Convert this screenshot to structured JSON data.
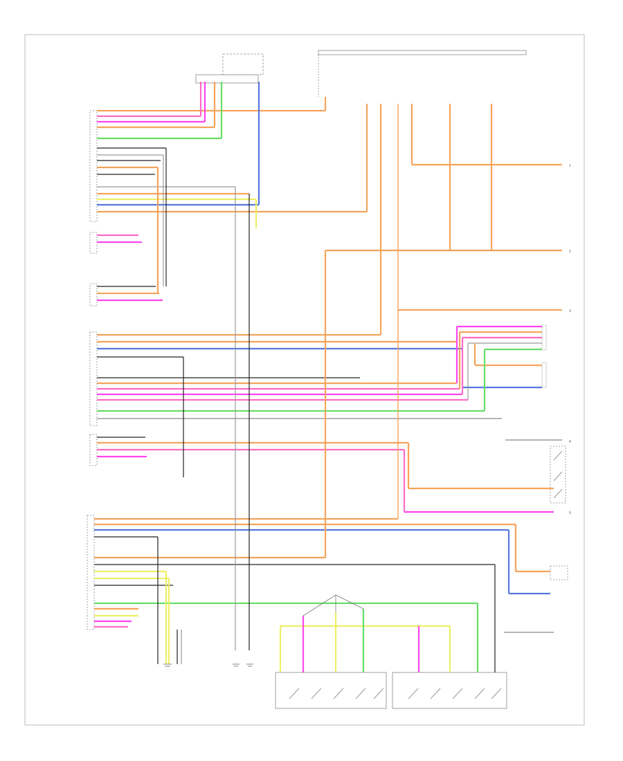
{
  "diagram": {
    "footer_code": "",
    "wire_colors": {
      "orange": "#f5a35a",
      "pink": "#ff69c8",
      "magenta": "#ff44ee",
      "green": "#66dd66",
      "blue": "#5577dd",
      "yellow": "#eeee66",
      "black": "#222222",
      "gray": "#999999"
    },
    "connector_labels": [
      "1",
      "2",
      "3",
      "4",
      "5"
    ]
  }
}
